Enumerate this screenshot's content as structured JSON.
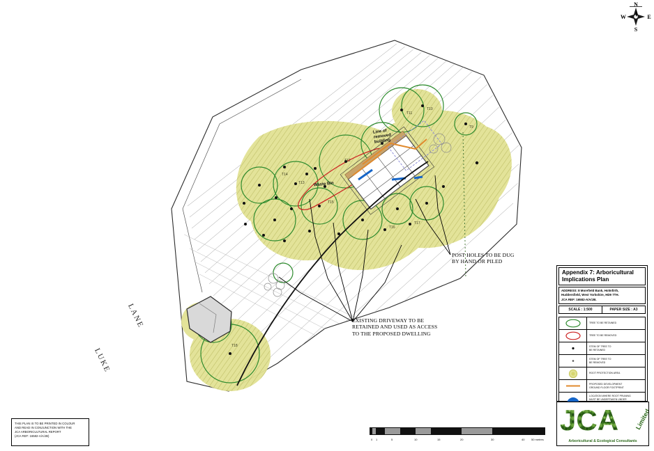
{
  "compass": {
    "north": "N",
    "east": "E",
    "south": "S",
    "west": "W",
    "icon": "compass-rose-icon"
  },
  "title_block": {
    "title": "Appendix 7: Arboricultural Implications Plan",
    "address": "ADDRESS: 8 Morefield Bank, Holmfirth,\nHuddersfield, West Yorkshire, HD9 7TH.\nJCA REF: 16582-A/A/JB.",
    "scale_label": "SCALE : 1:500",
    "paper_size_label": "PAPER SIZE : A3"
  },
  "legend": {
    "rows": [
      {
        "symbol": "tree-retained-icon",
        "label": "TREE TO BE RETAINED"
      },
      {
        "symbol": "tree-removed-icon",
        "label": "TREE TO BE REMOVED"
      },
      {
        "symbol": "stem-retained-icon",
        "label": "STEM OF TREE TO\nBE RETAINED"
      },
      {
        "symbol": "stem-removed-icon",
        "label": "STEM OF TREE TO\nBE REMOVED"
      },
      {
        "symbol": "root-protection-icon",
        "label": "ROOT PROTECTION AREA"
      },
      {
        "symbol": "development-line-icon",
        "label": "PROPOSED DEVELOPMENT\nGROUND FLOOR FOOTPRINT"
      },
      {
        "symbol": "root-pruning-icon",
        "label": "LOCATION WHERE ROOT PRUNING\nMUST BE UNDERTAKEN UNDER\nARBORICULTURAL SUPERVISION"
      }
    ]
  },
  "logo": {
    "company": "JCA",
    "suffix": "Limited",
    "strapline": "Arboricultural & Ecological Consultants"
  },
  "print_note": "THIS PLAN IS TO BE PRINTED IN COLOUR\nAND READ IN CONJUNCTION WITH THE\nJCA ARBORICULTURAL REPORT\n(JCA REF: 16582-A/A/JB)",
  "scale_bar": {
    "ticks": [
      "0",
      "1",
      "5",
      "10",
      "15",
      "20",
      "30",
      "40",
      "50"
    ],
    "unit": "50 metres"
  },
  "plan_annotations": [
    {
      "name": "post-holes-note",
      "text": "POST HOLES TO BE DUG\nBY HAND OR PILED"
    },
    {
      "name": "driveway-note",
      "text": "EXISTING DRIVEWAY TO BE\nRETAINED AND USED AS ACCESS\nTO THE PROPOSED DWELLING"
    }
  ],
  "plan_labels": {
    "line_of_removed_building": "Line of\nremoved\nbuilding",
    "water_butt": "Waste Bin",
    "road_lane": "LANE",
    "road_luke": "LUKE"
  },
  "tree_tags": [
    "T9",
    "T10",
    "T11",
    "T12",
    "T13",
    "T14",
    "T15",
    "T16",
    "T17",
    "T18"
  ],
  "colors": {
    "rpa_fill": "#e2e294",
    "rpa_hatch": "#b5b55a",
    "tree_retained": "#2e8b2e",
    "tree_removed": "#cc2222",
    "development_line": "#e08a2e",
    "root_pruning": "#1565c8",
    "survey_grey": "#9a9a9a",
    "logo_green": "#2f6b1e"
  }
}
